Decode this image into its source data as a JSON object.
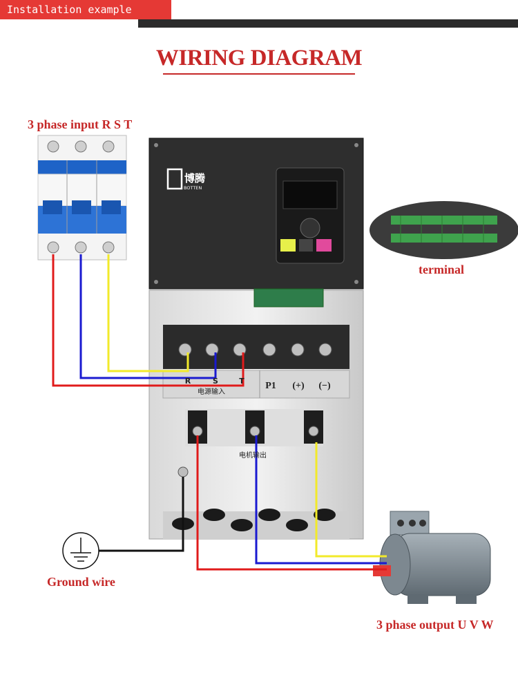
{
  "header": {
    "tab_label": "Installation example",
    "title": "WIRING DIAGRAM"
  },
  "labels": {
    "input": "3 phase input R S T",
    "terminal": "terminal",
    "ground": "Ground wire",
    "output": "3 phase output U V W"
  },
  "brand": {
    "name": "BOTTEN",
    "cn_name": "博腾"
  },
  "terminals": {
    "input_row": [
      "R",
      "S",
      "T"
    ],
    "power_input_cn": "电源输入",
    "dc_row": [
      "P1",
      "(+)",
      "(−)"
    ],
    "motor_output_cn": "电机输出"
  },
  "colors": {
    "accent": "#c62828",
    "wire_red": "#e01b1b",
    "wire_blue": "#1a1ad0",
    "wire_yellow": "#f2ea2a",
    "wire_black": "#111111"
  }
}
